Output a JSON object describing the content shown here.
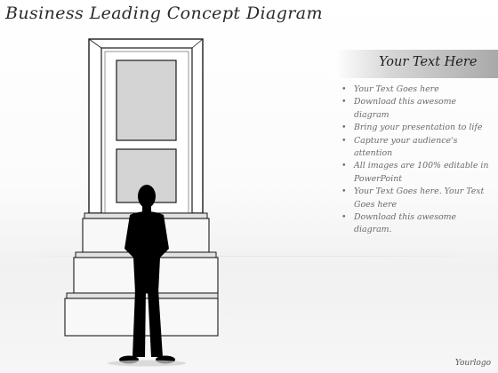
{
  "title": "Business Leading Concept Diagram",
  "panel": {
    "heading": "Your Text Here",
    "bullets": [
      "Your Text Goes here",
      "Download this awesome diagram",
      "Bring your presentation to life",
      "Capture your audience's attention",
      "All images are 100% editable in PowerPoint",
      "Your Text Goes here. Your Text Goes here",
      "Download this awesome diagram."
    ]
  },
  "logo": "Yourlogo",
  "colors": {
    "door_fill": "#ffffff",
    "door_panel": "#d4d4d4",
    "stairs_fill": "#f8f8f8",
    "outline": "#1a1a1a",
    "silhouette": "#000000",
    "panel_header_dark": "#a9a9a9"
  },
  "illustration": {
    "icons": [
      "door-icon",
      "staircase-icon",
      "businessman-silhouette-icon"
    ],
    "step_count": 3
  }
}
